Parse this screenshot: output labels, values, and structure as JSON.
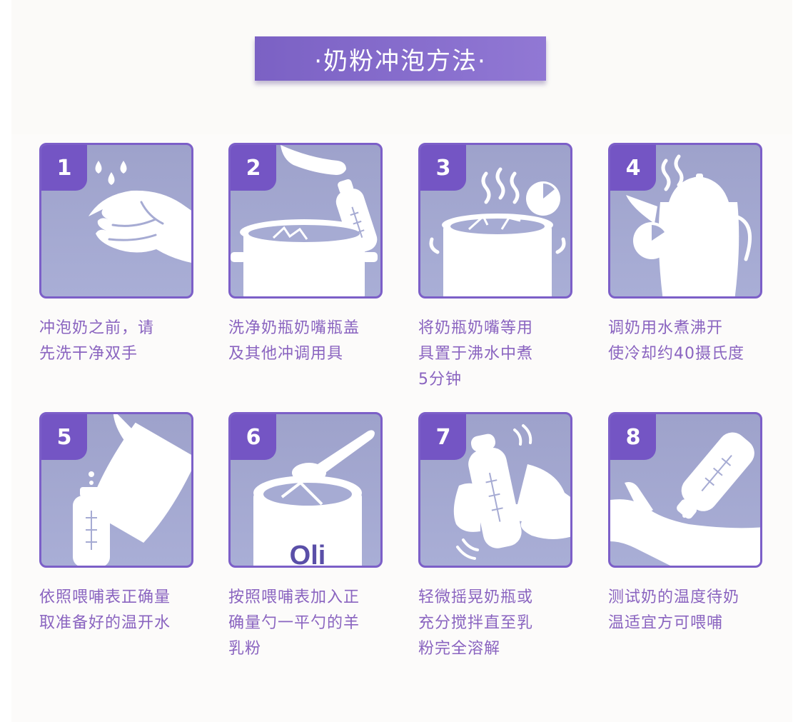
{
  "title": "·奶粉冲泡方法·",
  "colors": {
    "accent": "#7455c4",
    "card_bg": "#a6abd3",
    "caption": "#8a64c0",
    "art": "#ffffff"
  },
  "steps": [
    {
      "number": "1",
      "icon": "washing-hands-icon",
      "lines": [
        "冲泡奶之前，请",
        "先洗干净双手"
      ]
    },
    {
      "number": "2",
      "icon": "wash-bottle-icon",
      "lines": [
        "洗净奶瓶奶嘴瓶盖",
        "及其他冲调用具"
      ]
    },
    {
      "number": "3",
      "icon": "boiling-pot-icon",
      "lines": [
        "将奶瓶奶嘴等用",
        "具置于沸水中煮",
        "5分钟"
      ]
    },
    {
      "number": "4",
      "icon": "kettle-timer-icon",
      "lines": [
        "调奶用水煮沸开",
        "使冷却约40摄氏度"
      ]
    },
    {
      "number": "5",
      "icon": "pour-water-icon",
      "lines": [
        "依照喂哺表正确量",
        "取准备好的温开水"
      ]
    },
    {
      "number": "6",
      "icon": "scoop-powder-icon",
      "brand": "Oli",
      "lines": [
        "按照喂哺表加入正",
        "确量勺一平勺的羊",
        "乳粉"
      ]
    },
    {
      "number": "7",
      "icon": "shake-bottle-icon",
      "lines": [
        "轻微摇晃奶瓶或",
        "充分搅拌直至乳",
        "粉完全溶解"
      ]
    },
    {
      "number": "8",
      "icon": "test-temperature-icon",
      "lines": [
        "测试奶的温度待奶",
        "温适宜方可喂哺"
      ]
    }
  ]
}
